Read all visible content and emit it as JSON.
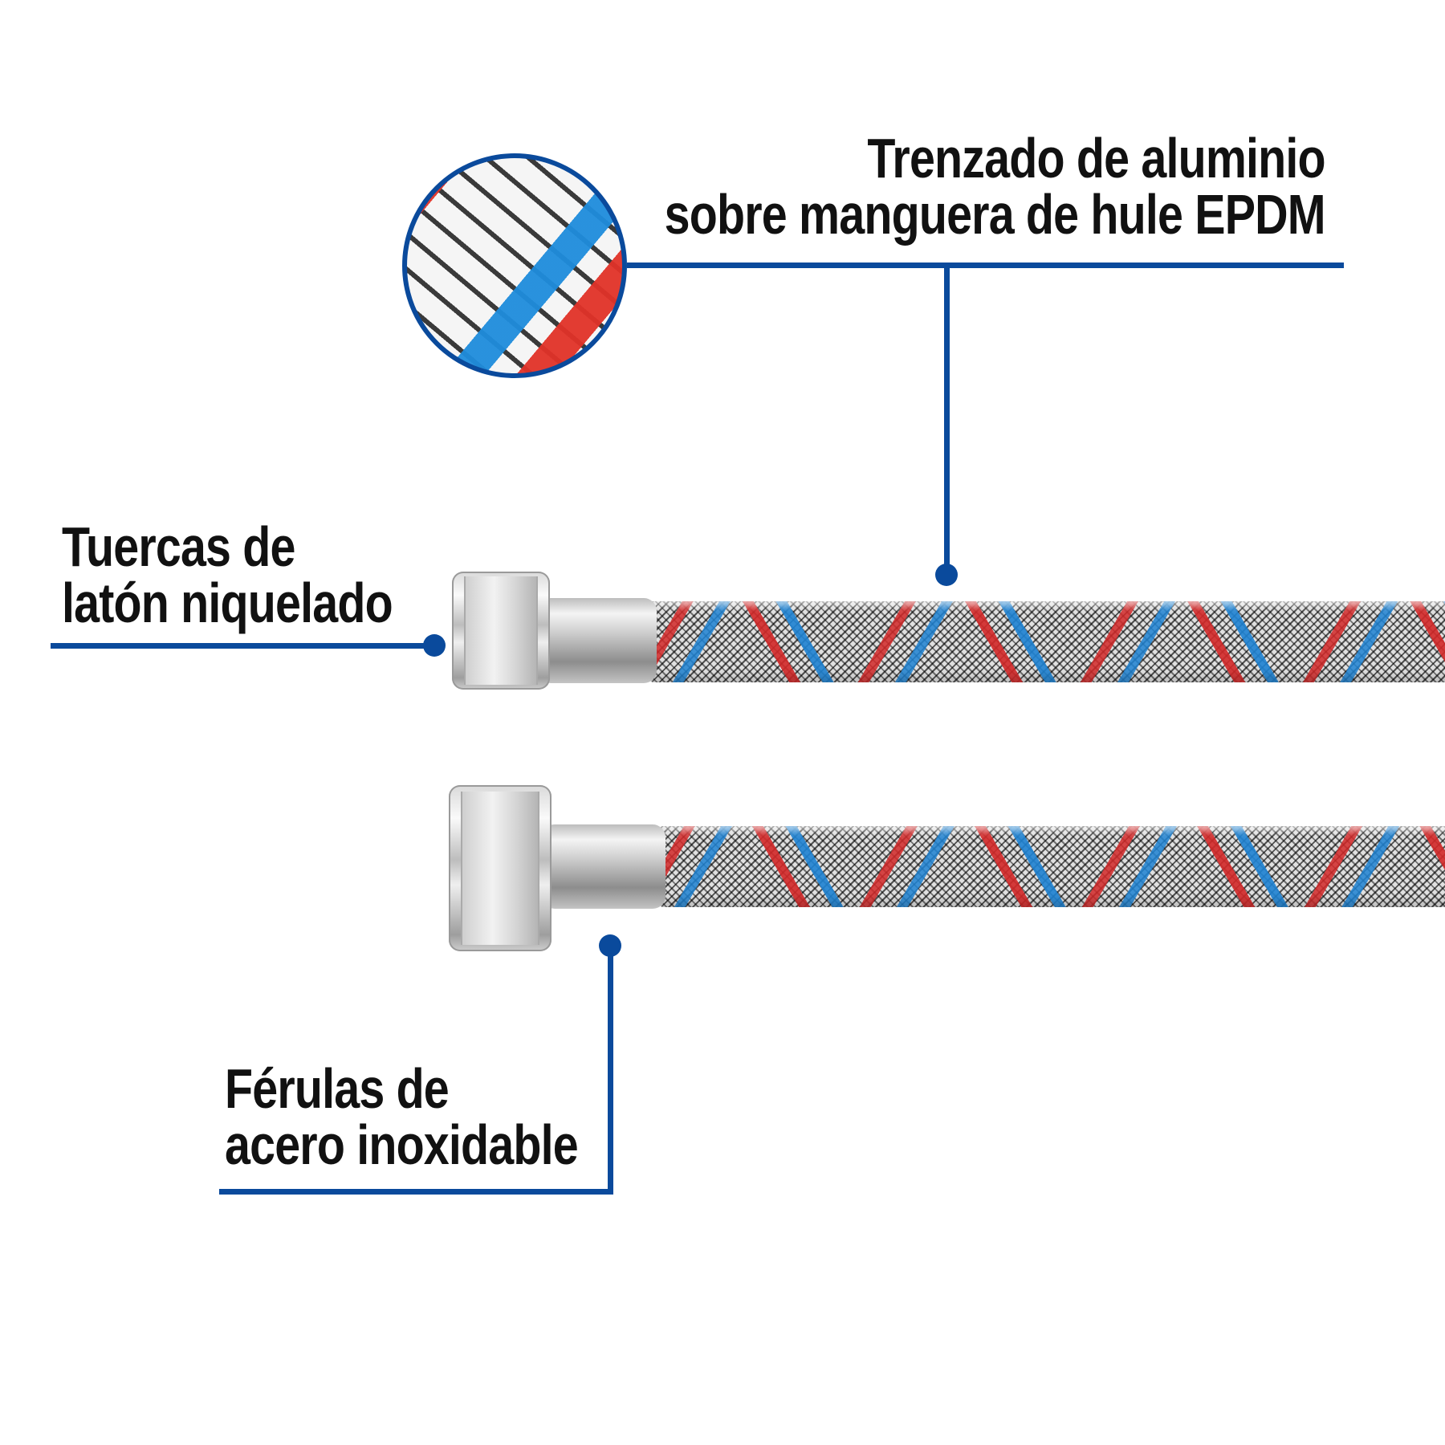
{
  "callouts": {
    "braid": {
      "line1": "Trenzado de aluminio",
      "line2": "sobre manguera de hule EPDM"
    },
    "nuts": {
      "line1": "Tuercas de",
      "line2": "latón niquelado"
    },
    "ferrules": {
      "line1": "Férulas de",
      "line2": "acero inoxidable"
    }
  },
  "colors": {
    "accent": "#0a4a9c",
    "braid_red": "#d62828",
    "braid_blue": "#1e82d2"
  }
}
